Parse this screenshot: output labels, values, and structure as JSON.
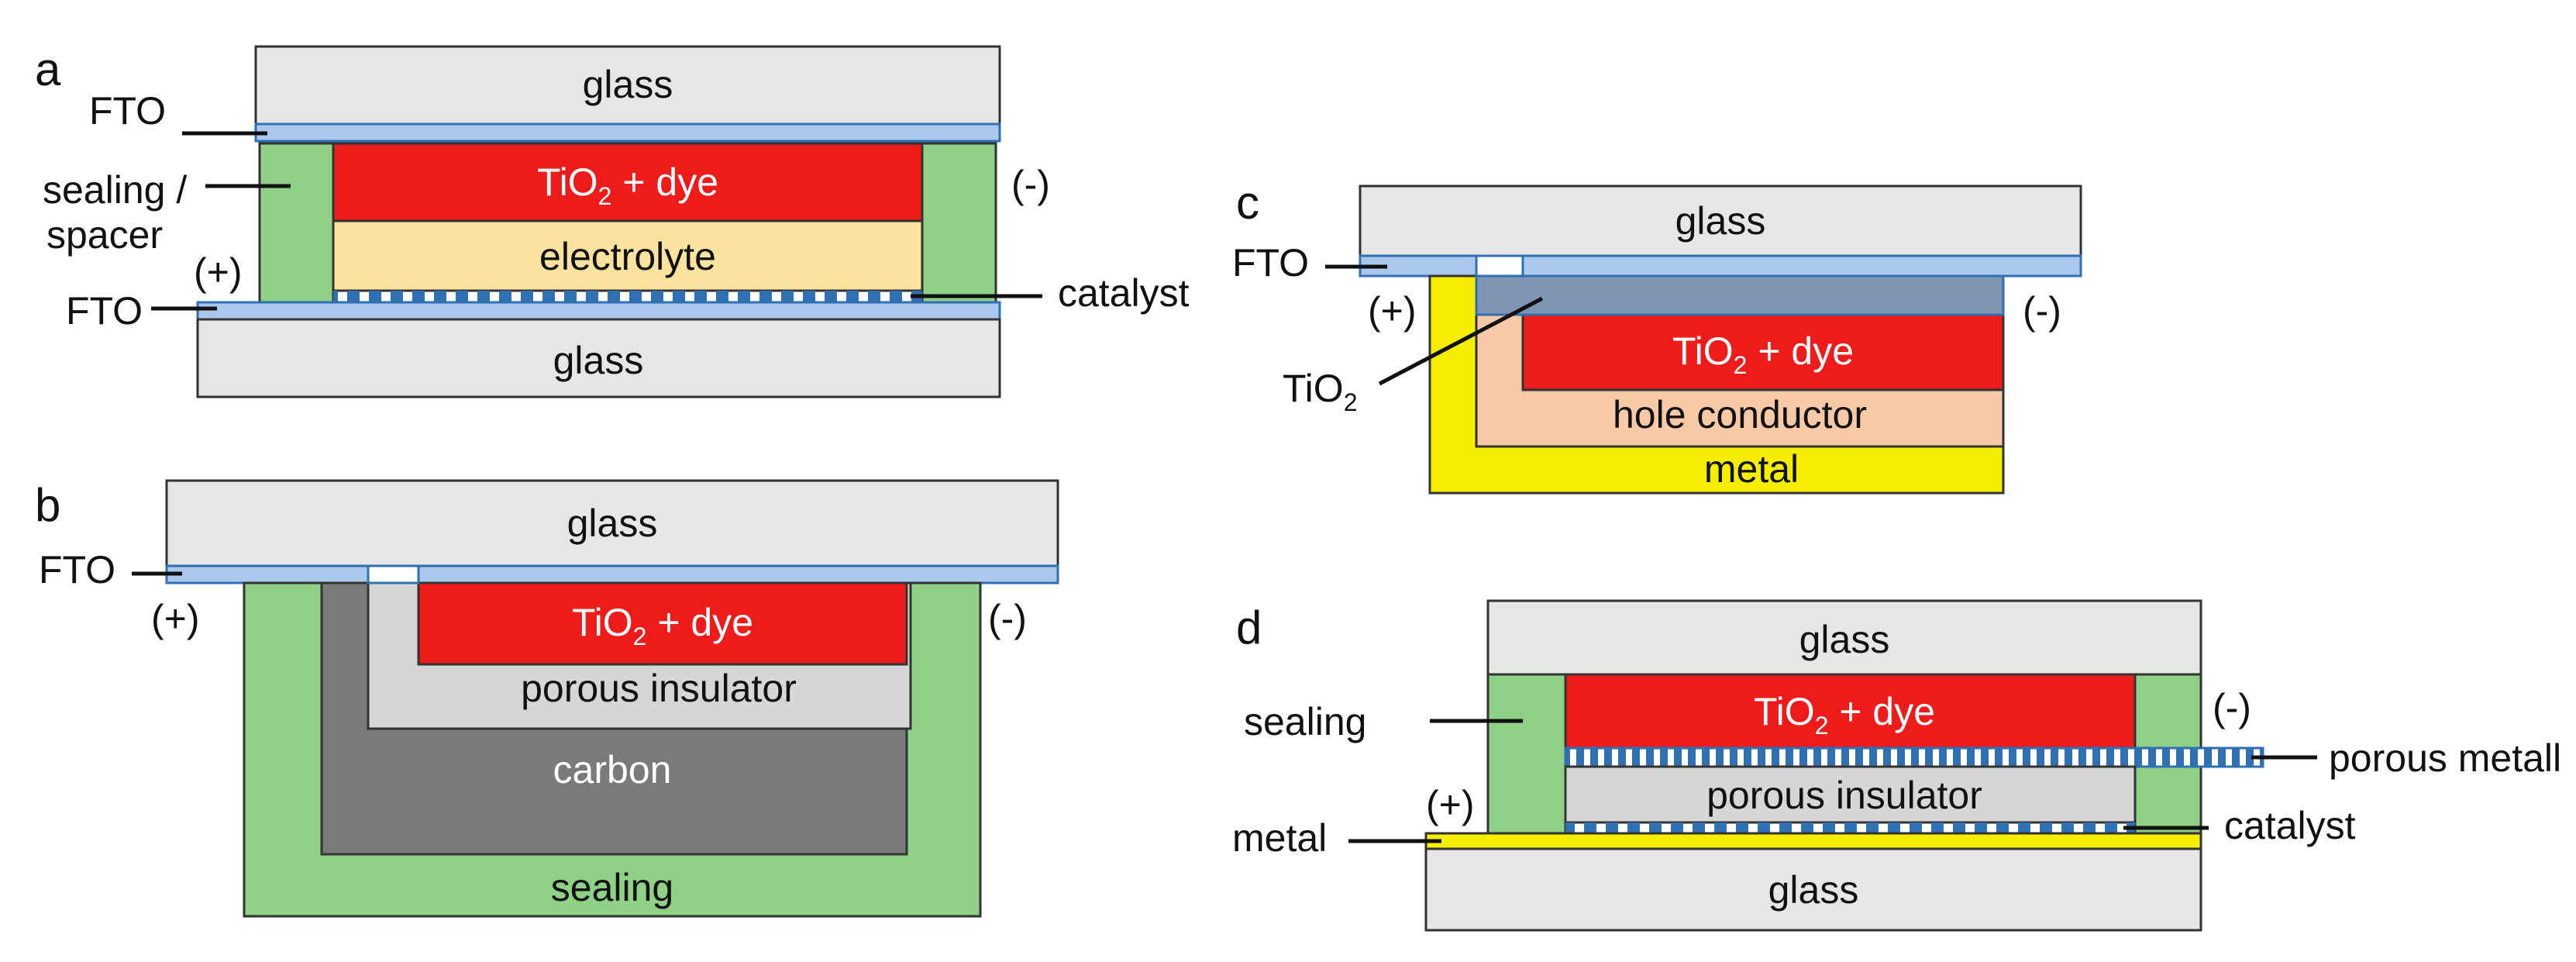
{
  "colors": {
    "glass": "#e6e6e6",
    "fto": "#a9c8ec",
    "fto_border": "#2f6fb2",
    "tio2_dye": "#ee1b1b",
    "electrolyte": "#fbe39f",
    "sealing": "#8ed085",
    "carbon": "#7a7a7a",
    "porous_insulator": "#d6d6d6",
    "hole_conductor": "#f8c9a6",
    "metal": "#f6ee00",
    "tio2_layer": "#7f95b4",
    "catalyst": "#2f6fb2",
    "outline": "#333333"
  },
  "panels": {
    "a": {
      "letter": "a",
      "glass_top": "glass",
      "glass_bottom": "glass",
      "fto_top": "FTO",
      "fto_bottom": "FTO",
      "sealing_line1": "sealing /",
      "sealing_line2": "spacer",
      "tio2": "TiO",
      "tio2_sub": "2",
      "tio2_rest": " + dye",
      "electrolyte": "electrolyte",
      "catalyst": "catalyst",
      "plus": "(+)",
      "minus": "(-)"
    },
    "b": {
      "letter": "b",
      "glass": "glass",
      "fto": "FTO",
      "tio2": "TiO",
      "tio2_sub": "2",
      "tio2_rest": " + dye",
      "porous_insulator": "porous insulator",
      "carbon": "carbon",
      "sealing": "sealing",
      "plus": "(+)",
      "minus": "(-)"
    },
    "c": {
      "letter": "c",
      "glass": "glass",
      "fto": "FTO",
      "tio2_label": "TiO",
      "tio2_label_sub": "2",
      "tio2": "TiO",
      "tio2_sub": "2",
      "tio2_rest": " + dye",
      "hole_conductor": "hole conductor",
      "metal": "metal",
      "plus": "(+)",
      "minus": "(-)"
    },
    "d": {
      "letter": "d",
      "glass_top": "glass",
      "glass_bottom": "glass",
      "sealing": "sealing",
      "tio2": "TiO",
      "tio2_sub": "2",
      "tio2_rest": " + dye",
      "porous_metal": "porous metall",
      "porous_insulator": "porous insulator",
      "catalyst": "catalyst",
      "metal": "metal",
      "plus": "(+)",
      "minus": "(-)"
    }
  }
}
